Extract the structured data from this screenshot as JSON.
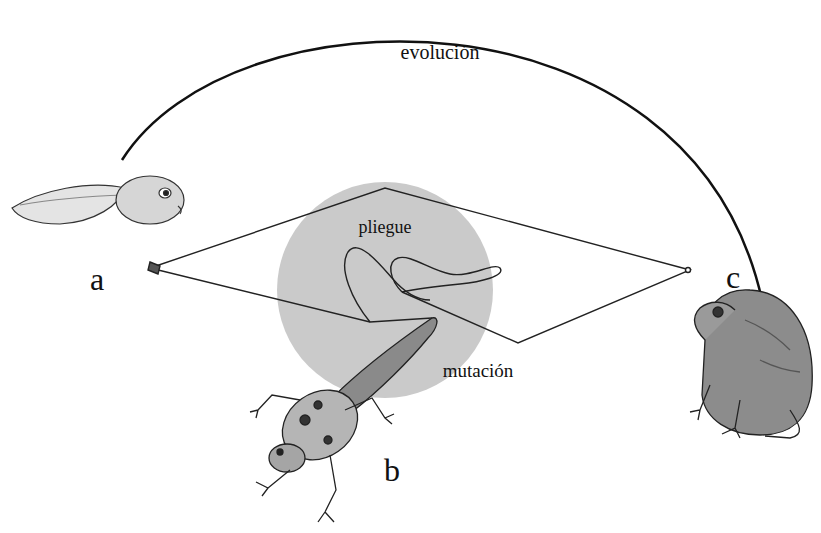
{
  "diagram": {
    "labels": [
      "evolución",
      "a",
      "pliegue",
      "c",
      "mutación",
      "b"
    ]
  }
}
